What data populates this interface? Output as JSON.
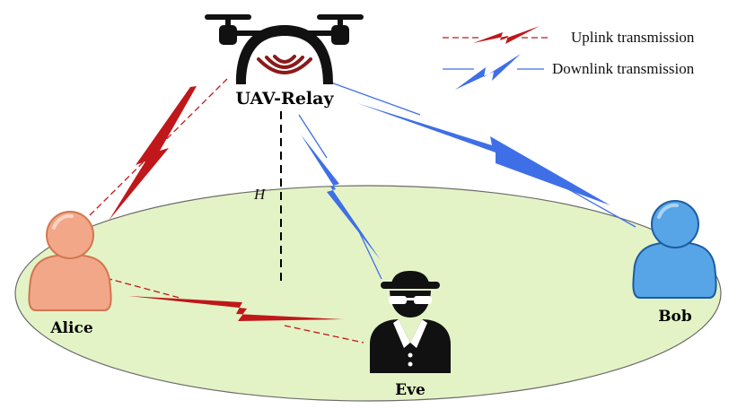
{
  "nodes": {
    "uav": {
      "label": "UAV-Relay"
    },
    "alice": {
      "label": "Alice"
    },
    "eve": {
      "label": "Eve"
    },
    "bob": {
      "label": "Bob"
    }
  },
  "height_label": "H",
  "legend": {
    "uplink": {
      "label": "Uplink transmission",
      "color": "#c0171b"
    },
    "downlink": {
      "label": "Downlink transmission",
      "color": "#3f6fe6"
    }
  },
  "colors": {
    "ground": "#e3f3c6",
    "ground_stroke": "#6b6b6b",
    "alice_fill": "#f2a789",
    "alice_stroke": "#d2764f",
    "bob_fill": "#57a4e6",
    "bob_stroke": "#1b5da2",
    "eve_fill": "#111111",
    "uav_fill": "#111111",
    "uav_signal": "#8b1a1a"
  }
}
